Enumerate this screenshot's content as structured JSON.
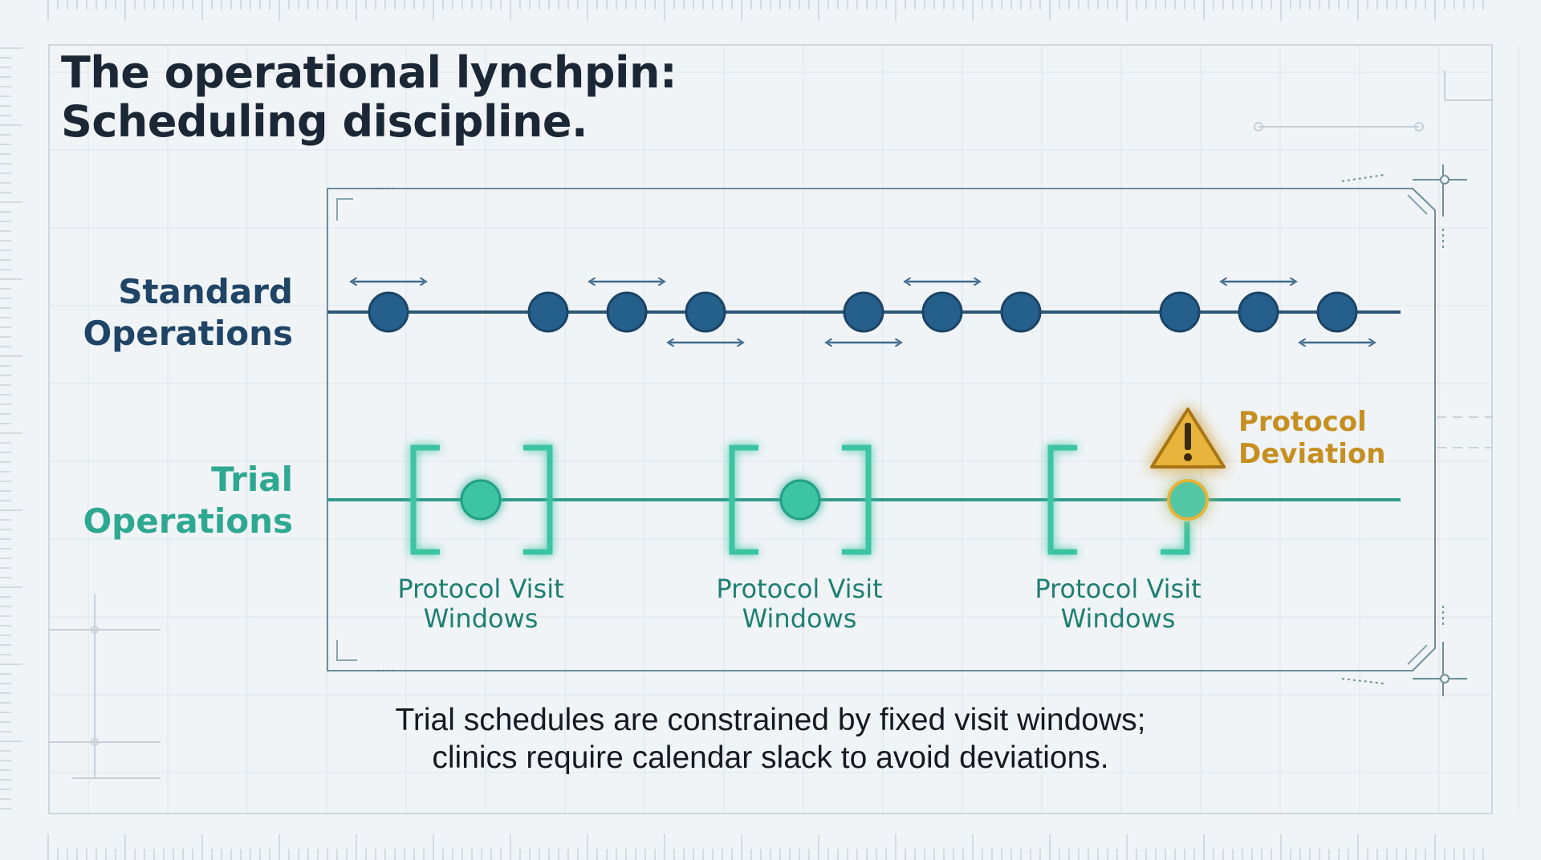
{
  "title": {
    "line1": "The operational lynchpin:",
    "line2": "Scheduling discipline."
  },
  "rows": {
    "standard": {
      "label_line1": "Standard",
      "label_line2": "Operations",
      "color": "#1f4466",
      "node_color": "#255f8c"
    },
    "trial": {
      "label_line1": "Trial",
      "label_line2": "Operations",
      "color": "#2fa891",
      "node_color": "#3cc4a2"
    }
  },
  "visit_windows": [
    {
      "label_line1": "Protocol Visit",
      "label_line2": "Windows"
    },
    {
      "label_line1": "Protocol Visit",
      "label_line2": "Windows"
    },
    {
      "label_line1": "Protocol Visit",
      "label_line2": "Windows"
    }
  ],
  "deviation": {
    "label_line1": "Protocol",
    "label_line2": "Deviation",
    "icon": "warning-triangle-icon",
    "color": "#e8b43a"
  },
  "caption": {
    "line1": "Trial schedules are constrained by fixed visit windows;",
    "line2": "clinics require calendar slack to avoid deviations."
  }
}
